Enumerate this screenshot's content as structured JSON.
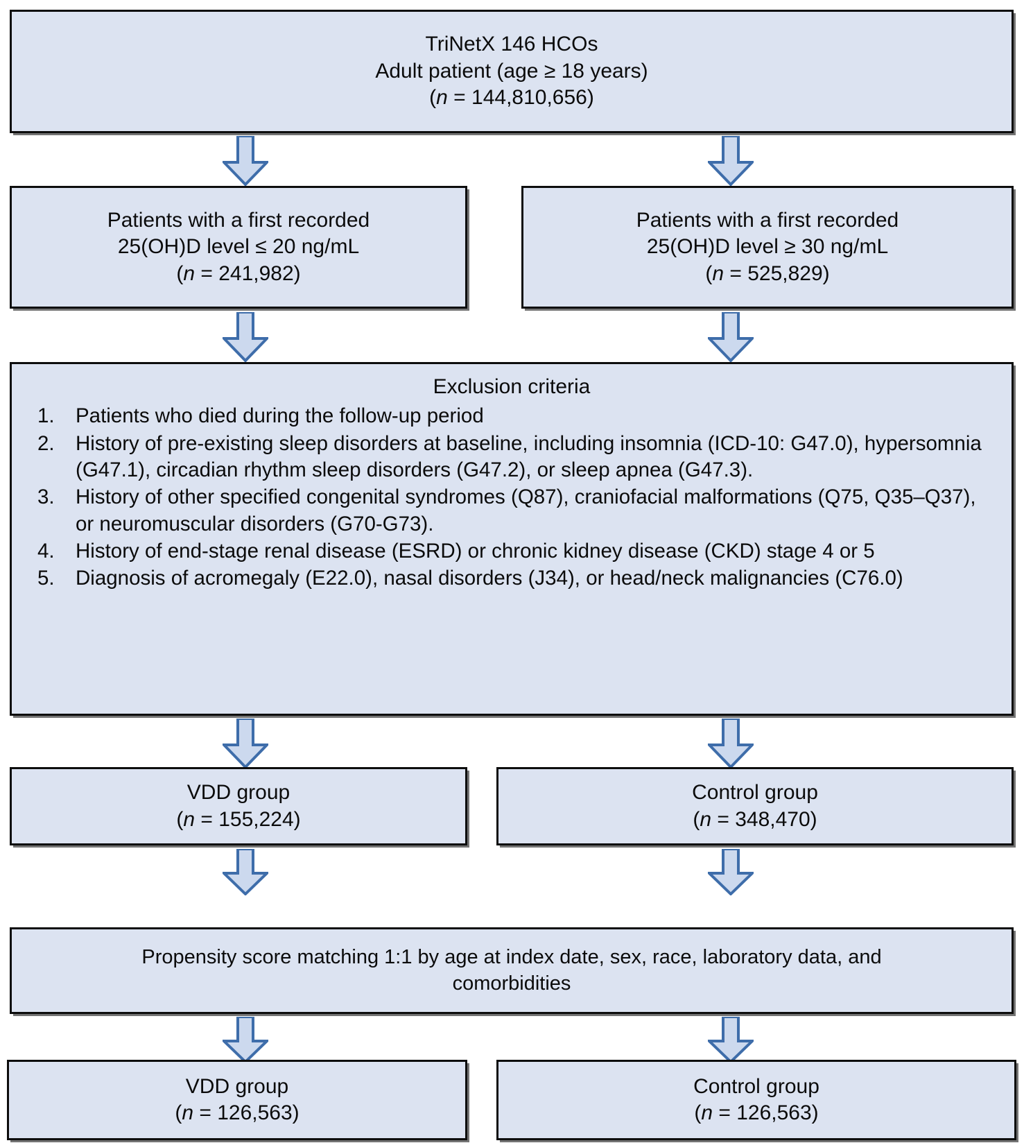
{
  "diagram": {
    "title": "Study population flow diagram",
    "colors": {
      "box_fill": "#dce3f1",
      "box_border": "#0d0d0d",
      "arrow_fill": "#ccd9ee",
      "arrow_stroke": "#3e6daa",
      "text": "#0b0b0b",
      "background": "#ffffff"
    },
    "nodes": {
      "source_cohort": {
        "line1": "TriNetX 146 HCOs",
        "line2": "Adult patient (age ≥ 18 years)",
        "line3_prefix": "(",
        "line3_n": "n",
        "line3_suffix": " = 144,810,656)"
      },
      "low_vitd": {
        "line1": "Patients with a first recorded",
        "line2": "25(OH)D level ≤ 20 ng/mL",
        "line3_prefix": "(",
        "line3_n": "n",
        "line3_suffix": " = 241,982)"
      },
      "normal_vitd": {
        "line1": "Patients with a first recorded",
        "line2": "25(OH)D level ≥ 30 ng/mL",
        "line3_prefix": "(",
        "line3_n": "n",
        "line3_suffix": " = 525,829)"
      },
      "exclusion": {
        "title": "Exclusion criteria",
        "items": [
          "Patients who died during the follow-up period",
          "History of pre-existing sleep disorders at baseline, including insomnia (ICD-10: G47.0), hypersomnia (G47.1), circadian rhythm sleep disorders (G47.2), or sleep apnea (G47.3).",
          "History of other specified congenital syndromes (Q87), craniofacial malformations (Q75, Q35–Q37), or neuromuscular disorders (G70-G73).",
          "History of end-stage renal disease (ESRD) or chronic kidney disease (CKD) stage 4 or 5",
          "Diagnosis of acromegaly (E22.0), nasal disorders (J34), or head/neck malignancies (C76.0)"
        ]
      },
      "vdd_pre": {
        "line1": "VDD group",
        "line2_prefix": "(",
        "line2_n": "n",
        "line2_suffix": " = 155,224)"
      },
      "control_pre": {
        "line1": "Control group",
        "line2_prefix": "(",
        "line2_n": "n",
        "line2_suffix": " = 348,470)"
      },
      "matching": {
        "line1": "Propensity score matching 1:1 by age at index date, sex, race, laboratory data, and",
        "line2": "comorbidities"
      },
      "vdd_post": {
        "line1": "VDD group",
        "line2_prefix": "(",
        "line2_n": "n",
        "line2_suffix": " = 126,563)"
      },
      "control_post": {
        "line1": "Control group",
        "line2_prefix": "(",
        "line2_n": "n",
        "line2_suffix": " = 126,563)"
      }
    },
    "arrows": [
      {
        "name": "arrow-source-to-low",
        "from": "source_cohort",
        "to": "low_vitd"
      },
      {
        "name": "arrow-source-to-normal",
        "from": "source_cohort",
        "to": "normal_vitd"
      },
      {
        "name": "arrow-low-to-exclusion",
        "from": "low_vitd",
        "to": "exclusion"
      },
      {
        "name": "arrow-normal-to-exclusion",
        "from": "normal_vitd",
        "to": "exclusion"
      },
      {
        "name": "arrow-exclusion-to-vdd",
        "from": "exclusion",
        "to": "vdd_pre"
      },
      {
        "name": "arrow-exclusion-to-control",
        "from": "exclusion",
        "to": "control_pre"
      },
      {
        "name": "arrow-vdd-to-matching",
        "from": "vdd_pre",
        "to": "matching"
      },
      {
        "name": "arrow-control-to-matching",
        "from": "control_pre",
        "to": "matching"
      },
      {
        "name": "arrow-matching-to-vdd-post",
        "from": "matching",
        "to": "vdd_post"
      },
      {
        "name": "arrow-matching-to-control-post",
        "from": "matching",
        "to": "control_post"
      }
    ]
  }
}
